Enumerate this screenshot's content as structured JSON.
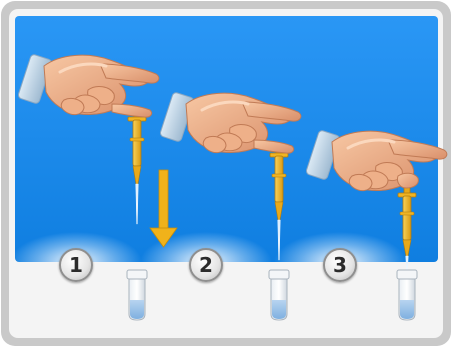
{
  "steps": [
    {
      "number": "1",
      "action": "pipette-raised"
    },
    {
      "number": "2",
      "action": "pipette-lowered"
    },
    {
      "number": "3",
      "action": "dispense"
    }
  ],
  "colors": {
    "background": "#1a88ee",
    "frame": "#c8c8c8",
    "panel": "#f3f3f3",
    "arrow": "#f0b21a",
    "pipette": "#f2b623",
    "skin": "#f2b38c",
    "cuff": "#b9d5ea",
    "liquid": "#9ec3e8"
  },
  "icons": {
    "arrow": "down-arrow-icon",
    "hand": "hand-icon",
    "pipette": "pipette-icon",
    "tube": "test-tube-icon"
  }
}
